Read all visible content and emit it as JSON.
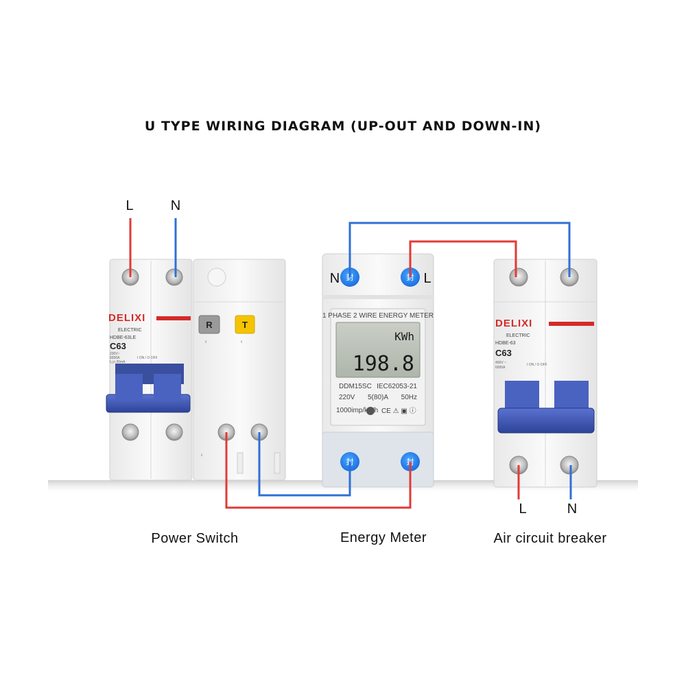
{
  "title": "U TYPE WIRING DIAGRAM (UP-OUT AND DOWN-IN)",
  "labels": {
    "top_L": "L",
    "top_N": "N",
    "meter_N": "N",
    "meter_L": "L",
    "bottom_L": "L",
    "bottom_N": "N"
  },
  "captions": {
    "power_switch": "Power Switch",
    "energy_meter": "Energy Meter",
    "air_breaker": "Air circuit breaker"
  },
  "power_switch": {
    "brand": "DELIXI",
    "brand_sub": "ELECTRIC",
    "model_code": "HDBE-63LE",
    "rating": "C63",
    "spec_1": "230V~",
    "spec_2": "6000A",
    "spec_3": "I△n 30mA",
    "on_off": "I ON / O OFF",
    "btn_r": "R",
    "btn_t": "T"
  },
  "energy_meter": {
    "header": "1 PHASE 2 WIRE ENERGY METER",
    "unit": "KWh",
    "reading": "198.8",
    "model": "DDM15SC",
    "standard": "IEC62053-21",
    "voltage": "220V",
    "current": "5(80)A",
    "frequency": "50Hz",
    "imp": "1000imp/kWh",
    "seal_char": "封"
  },
  "air_breaker": {
    "brand": "DELIXI",
    "brand_sub": "ELECTRIC",
    "model_code": "HDBE-63",
    "rating": "C63",
    "spec_1": "400V ~",
    "spec_2": "6000A",
    "on_off": "I ON / O OFF"
  },
  "colors": {
    "live_wire": "#e23a35",
    "neutral_wire": "#2f6fd6",
    "handle": "#3d56b5",
    "brand_red": "#d42a2a"
  }
}
